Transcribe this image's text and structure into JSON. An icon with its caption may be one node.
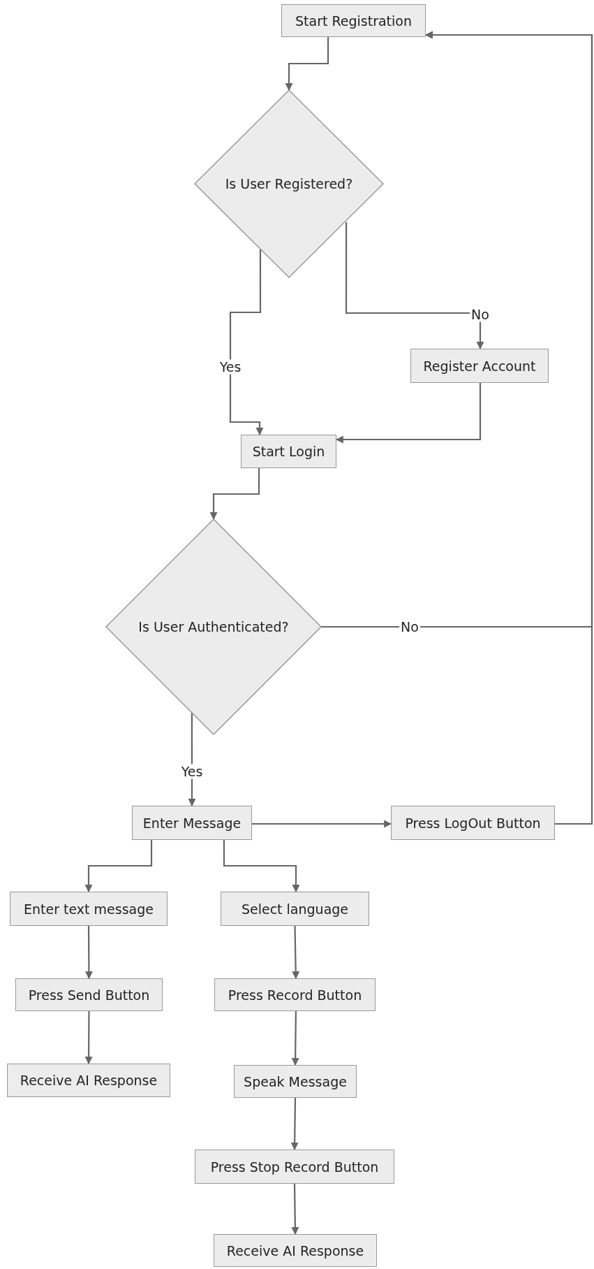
{
  "diagram": {
    "nodes": [
      {
        "text": [
          "Start Registration"
        ]
      },
      {
        "text": [
          "Is User Registered?"
        ]
      },
      {
        "text": [
          "Register Account"
        ]
      },
      {
        "text": [
          "Start Login"
        ]
      },
      {
        "text": [
          "Is User Authenticated?"
        ]
      },
      {
        "text": [
          "Enter Message"
        ]
      },
      {
        "text": [
          "Press LogOut Button"
        ]
      },
      {
        "text": [
          "Enter text message"
        ]
      },
      {
        "text": [
          "Select language"
        ]
      },
      {
        "text": [
          "Press Send Button"
        ]
      },
      {
        "text": [
          "Press Record Button"
        ]
      },
      {
        "text": [
          "Receive AI Response"
        ]
      },
      {
        "text": [
          "Speak Message"
        ]
      },
      {
        "text": [
          "Press Stop Record Button"
        ]
      },
      {
        "text": [
          "Receive AI Response"
        ]
      }
    ],
    "edges": [
      {
        "from": 0,
        "to": 1,
        "arrow": "to"
      },
      {
        "from": 1,
        "to": 3,
        "arrow": "to",
        "label": "Yes"
      },
      {
        "from": 1,
        "to": 2,
        "arrow": "to",
        "label": "No"
      },
      {
        "from": 2,
        "to": 3,
        "arrow": "to"
      },
      {
        "from": 3,
        "to": 4,
        "arrow": "to"
      },
      {
        "from": 4,
        "to": 0,
        "arrow": "to",
        "label": "No"
      },
      {
        "from": 4,
        "to": 5,
        "arrow": "to",
        "label": "Yes"
      },
      {
        "from": 5,
        "to": 6,
        "arrow": "to"
      },
      {
        "from": 6,
        "to": 0,
        "arrow": "to"
      },
      {
        "from": 5,
        "to": 7,
        "arrow": "to"
      },
      {
        "from": 5,
        "to": 8,
        "arrow": "to"
      },
      {
        "from": 7,
        "to": 9,
        "arrow": "to"
      },
      {
        "from": 9,
        "to": 11,
        "arrow": "to"
      },
      {
        "from": 8,
        "to": 10,
        "arrow": "to"
      },
      {
        "from": 10,
        "to": 12,
        "arrow": "to"
      },
      {
        "from": 12,
        "to": 13,
        "arrow": "to"
      },
      {
        "from": 13,
        "to": 14,
        "arrow": "to"
      }
    ]
  }
}
